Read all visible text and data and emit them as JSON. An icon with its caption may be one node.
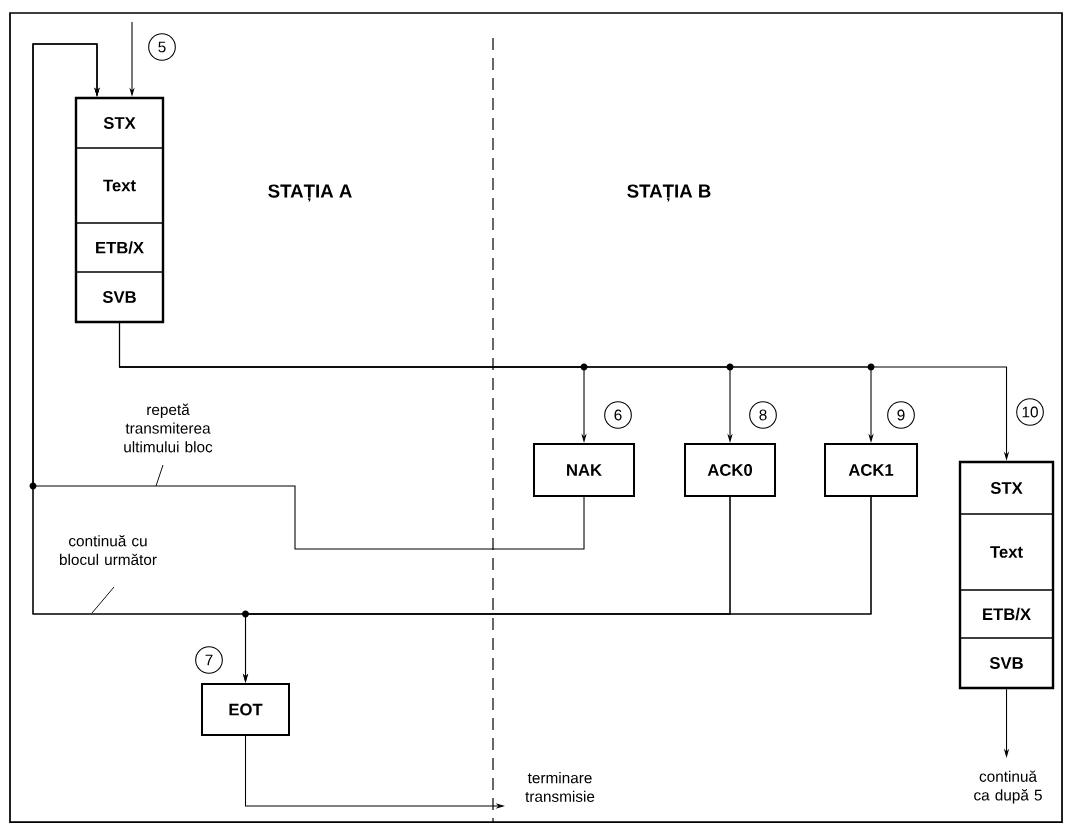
{
  "diagram": {
    "nodes": [
      {
        "text": [],
        "shape": "box",
        "beside": [
          "5"
        ]
      },
      {
        "text": [
          "STX"
        ],
        "in": 0
      },
      {
        "text": [
          "Text"
        ],
        "in": 0
      },
      {
        "text": [
          "ETB/X"
        ],
        "in": 0
      },
      {
        "text": [
          "SVB"
        ],
        "in": 0
      },
      {
        "text": [
          "NAK"
        ],
        "beside": [
          "6"
        ]
      },
      {
        "text": [
          "ACK0"
        ],
        "beside": [
          "8"
        ]
      },
      {
        "text": [
          "ACK1"
        ],
        "beside": [
          "9"
        ]
      },
      {
        "text": [],
        "shape": "box",
        "beside": [
          "10"
        ]
      },
      {
        "text": [
          "STX"
        ],
        "in": 8
      },
      {
        "text": [
          "Text"
        ],
        "in": 8
      },
      {
        "text": [
          "ETB/X"
        ],
        "in": 8
      },
      {
        "text": [
          "SVB"
        ],
        "in": 8
      },
      {
        "text": [
          "EOT"
        ],
        "beside": [
          "7"
        ]
      }
    ],
    "edges": [
      {
        "from": null,
        "to": 0,
        "arrow": "to"
      },
      {
        "from": 4,
        "to": 5,
        "arrow": "to"
      },
      {
        "from": 4,
        "to": 6,
        "arrow": "to"
      },
      {
        "from": 4,
        "to": 7,
        "arrow": "to"
      },
      {
        "from": 4,
        "to": 8,
        "arrow": "to"
      },
      {
        "from": 5,
        "to": 0,
        "arrow": "to",
        "label": "repetă transmiterea ultimului bloc"
      },
      {
        "from": 6,
        "to": 0,
        "arrow": "to",
        "label": "continuă cu blocul următor"
      },
      {
        "from": 7,
        "to": 0,
        "arrow": "to"
      },
      {
        "from": 6,
        "to": 13,
        "arrow": "to"
      },
      {
        "from": 7,
        "to": 13,
        "arrow": "to"
      },
      {
        "from": 13,
        "to": null,
        "arrow": "to",
        "label": "terminare transmisie"
      },
      {
        "from": 8,
        "to": null,
        "arrow": "to",
        "label": "continuă ca după 5"
      }
    ],
    "labels": [
      "STAȚIA  A",
      "STAȚIA B"
    ]
  }
}
